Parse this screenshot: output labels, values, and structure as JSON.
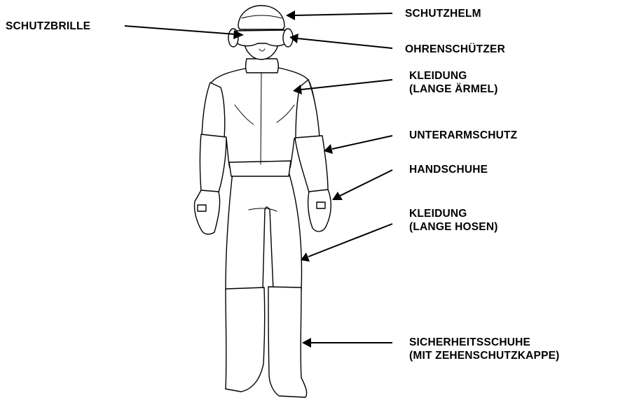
{
  "labels": {
    "safety_glasses": "SCHUTZBRILLE",
    "helmet": "SCHUTZHELM",
    "ear_protection": "OHRENSCHÜTZER",
    "clothing_sleeves": {
      "line1": "KLEIDUNG",
      "line2": "(LANGE ÄRMEL)"
    },
    "forearm_protection": "UNTERARMSCHUTZ",
    "gloves": "HANDSCHUHE",
    "clothing_pants": {
      "line1": "KLEIDUNG",
      "line2": "(LANGE HOSEN)"
    },
    "safety_shoes": {
      "line1": "SICHERHEITSSCHUHE",
      "line2": "(MIT ZEHENSCHUTZKAPPE)"
    }
  }
}
